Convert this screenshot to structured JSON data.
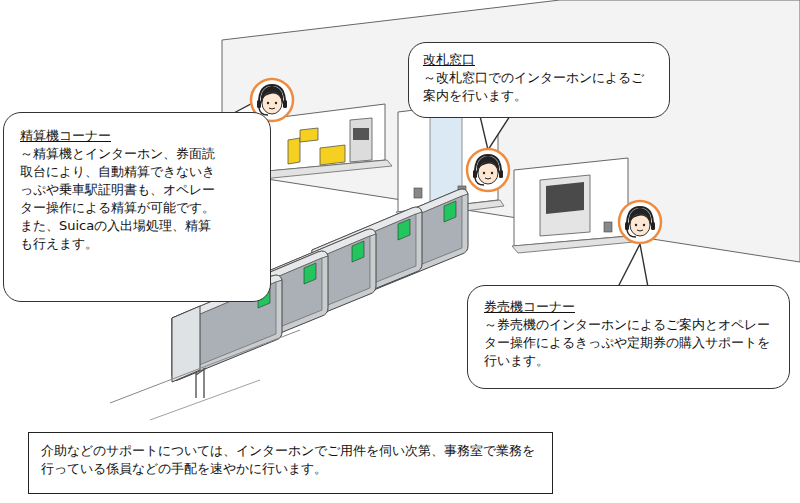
{
  "diagram": {
    "nodes": [
      {
        "text": [
          "改札窓口",
          "～改札窓口でのインターホンによるご案内を行います。"
        ]
      },
      {
        "text": [
          "精算機コーナー",
          "～精算機とインターホン、券面読取台により、自動精算できないきっぷや乗車駅証明書も、オペレーター操作による精算が可能です。また、Suicaの入出場処理、精算も行えます。"
        ]
      },
      {
        "text": [
          "券売機コーナー",
          "～券売機のインターホンによるご案内とオペレーター操作によるきっぷや定期券の購入サポートを行います。"
        ]
      },
      {
        "text": [
          "介助などのサポートについては、インターホンでご用件を伺い次第、事務室で業務を行っている係員などの手配を速やかに行います。"
        ]
      }
    ]
  }
}
